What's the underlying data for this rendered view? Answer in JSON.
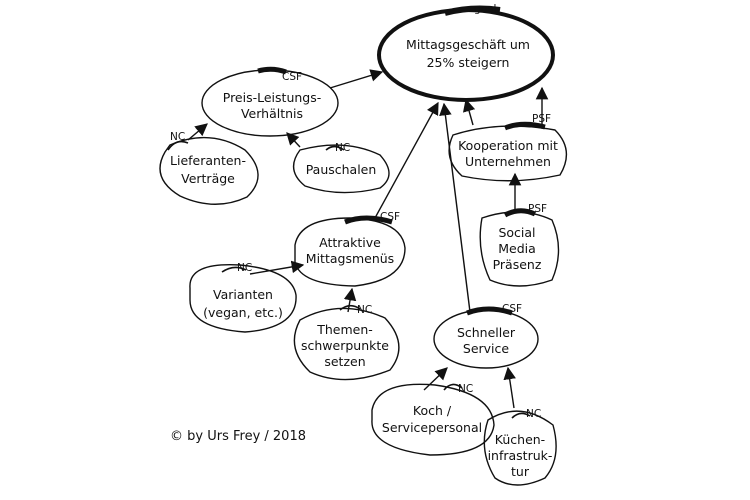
{
  "copyright": "© by Urs Frey / 2018",
  "nodes": {
    "goal": {
      "tag": "goal",
      "lines": [
        "Mittagsgeschäft um",
        "25% steigern"
      ]
    },
    "preis": {
      "tag": "CSF",
      "lines": [
        "Preis-Leistungs-",
        "Verhältnis"
      ]
    },
    "lieferanten": {
      "tag": "NC",
      "lines": [
        "Lieferanten-",
        "Verträge"
      ]
    },
    "pauschalen": {
      "tag": "NC",
      "lines": [
        "Pauschalen"
      ]
    },
    "kooperation": {
      "tag": "PSF",
      "lines": [
        "Kooperation mit",
        "Unternehmen"
      ]
    },
    "social": {
      "tag": "PSF",
      "lines": [
        "Social",
        "Media",
        "Präsenz"
      ]
    },
    "attraktive": {
      "tag": "CSF",
      "lines": [
        "Attraktive",
        "Mittagsmenüs"
      ]
    },
    "varianten": {
      "tag": "NC",
      "lines": [
        "Varianten",
        "(vegan, etc.)"
      ]
    },
    "themen": {
      "tag": "NC",
      "lines": [
        "Themen-",
        "schwerpunkte",
        "setzen"
      ]
    },
    "schneller": {
      "tag": "CSF",
      "lines": [
        "Schneller",
        "Service"
      ]
    },
    "koch": {
      "tag": "NC",
      "lines": [
        "Koch /",
        "Servicepersonal"
      ]
    },
    "kuechen": {
      "tag": "NC",
      "lines": [
        "Küchen-",
        "infrastruk-",
        "tur"
      ]
    }
  }
}
